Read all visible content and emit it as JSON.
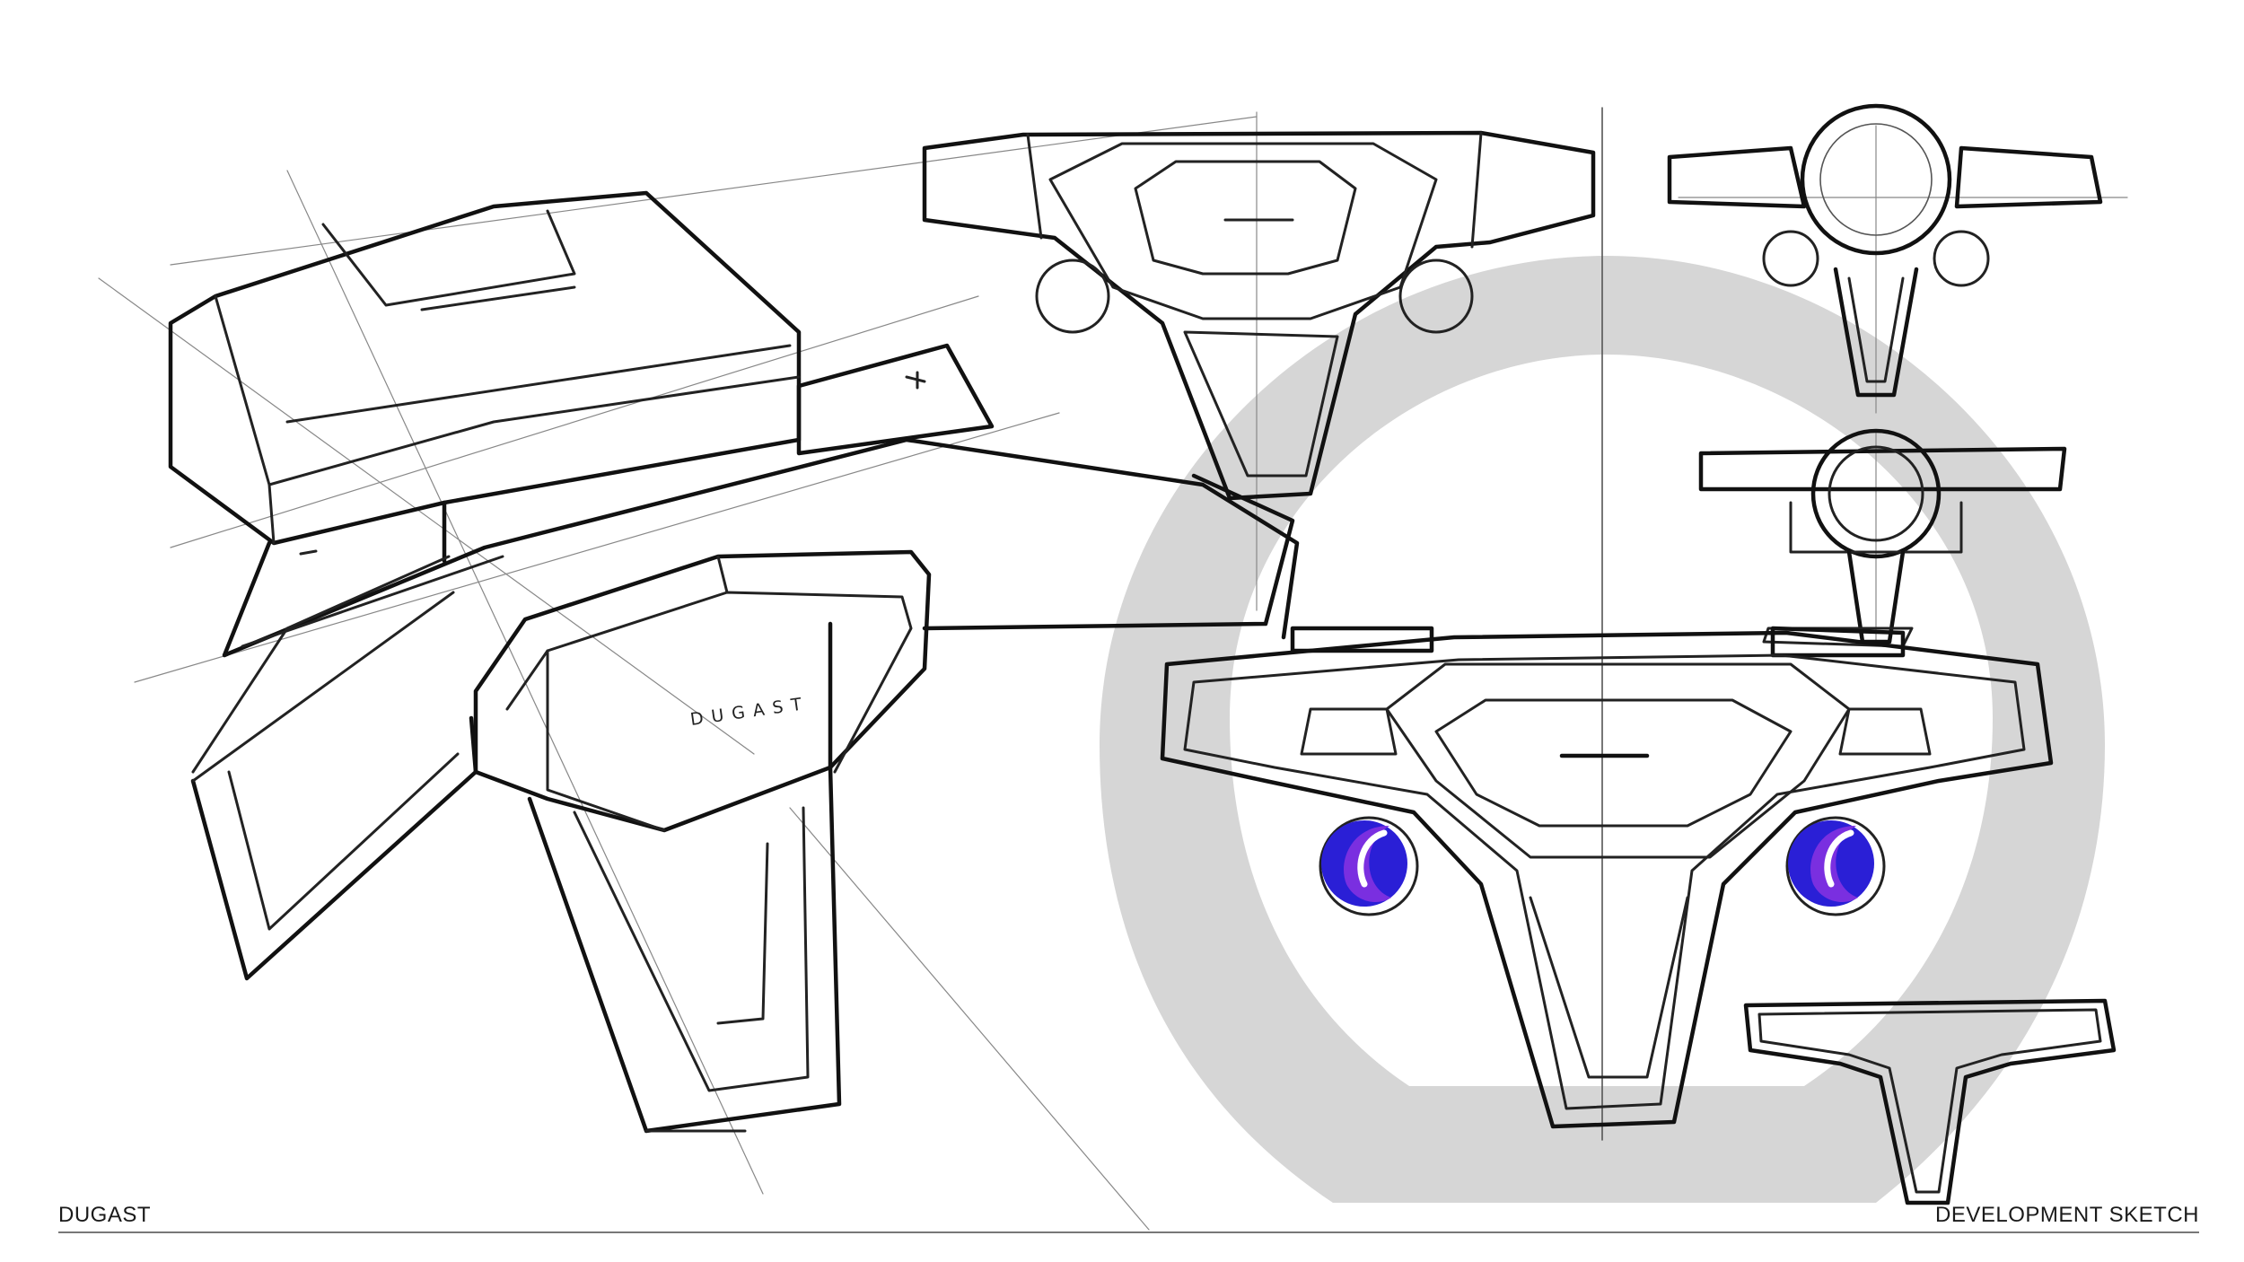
{
  "footer": {
    "left_label": "DUGAST",
    "right_label": "DEVELOPMENT SKETCH"
  },
  "sketch": {
    "brand_mark": "DUGAST"
  },
  "colors": {
    "ink": "#222222",
    "ring_gray": "#d6d6d6",
    "accent_blue": "#2a1fd6",
    "accent_purple": "#7a2fe0",
    "background": "#ffffff"
  }
}
